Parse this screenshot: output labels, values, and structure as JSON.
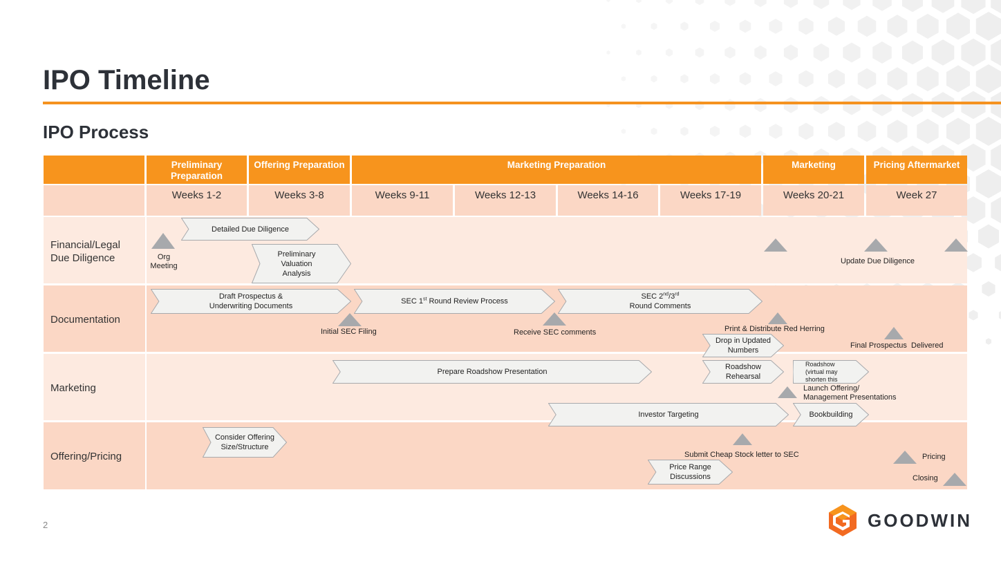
{
  "title": "IPO Timeline",
  "subtitle": "IPO Process",
  "colors": {
    "accent": "#f7941d",
    "band_light": "#fdeae0",
    "band_dark": "#fbd7c5",
    "marker": "#a7a9ac",
    "chevron_fill": "#f2f2f0"
  },
  "phases": [
    {
      "label": "Preliminary Preparation"
    },
    {
      "label": "Offering Preparation"
    },
    {
      "label": "Marketing Preparation"
    },
    {
      "label": "Marketing"
    },
    {
      "label": "Pricing Aftermarket"
    }
  ],
  "weeks": [
    "Weeks 1-2",
    "Weeks 3-8",
    "Weeks 9-11",
    "Weeks 12-13",
    "Weeks 14-16",
    "Weeks 17-19",
    "Weeks 20-21",
    "Week 27"
  ],
  "rows": [
    {
      "label": "Financial/Legal Due Diligence"
    },
    {
      "label": "Documentation"
    },
    {
      "label": "Marketing"
    },
    {
      "label": "Offering/Pricing"
    }
  ],
  "chevrons": {
    "detailed_dd": "Detailed Due Diligence",
    "prelim_valuation": "Preliminary Valuation Analysis",
    "draft_prospectus": "Draft Prospectus & Underwriting Documents",
    "sec_round1_pre": "SEC 1",
    "sec_round1_sup": "st",
    "sec_round1_post": " Round Review Process",
    "sec_round2_a": "SEC 2",
    "sec_round2_sup1": "nd",
    "sec_round2_b": "/3",
    "sec_round2_sup2": "rd",
    "sec_round2_c": "Round Comments",
    "drop_updated": "Drop in Updated Numbers",
    "roadshow_presentation": "Prepare Roadshow Presentation",
    "roadshow_rehearsal": "Roadshow Rehearsal",
    "roadshow": "Roadshow (virtual may shorten this",
    "investor_targeting": "Investor Targeting",
    "bookbuilding": "Bookbuilding",
    "consider_offering": "Consider Offering Size/Structure",
    "price_range": "Price Range Discussions"
  },
  "milestones": {
    "org_meeting": "Org Meeting",
    "update_dd": "Update Due Diligence",
    "initial_sec_filing": "Initial SEC Filing",
    "receive_sec_comments": "Receive SEC comments",
    "print_red_herring": "Print & Distribute Red Herring",
    "final_prospectus": "Final Prospectus  Delivered",
    "launch_offering": "Launch Offering/ Management Presentations",
    "cheap_stock": "Submit Cheap Stock letter to SEC",
    "pricing": "Pricing",
    "closing": "Closing"
  },
  "page_number": "2",
  "brand": {
    "name": "GOODWIN",
    "icon": "goodwin-g-logo"
  }
}
